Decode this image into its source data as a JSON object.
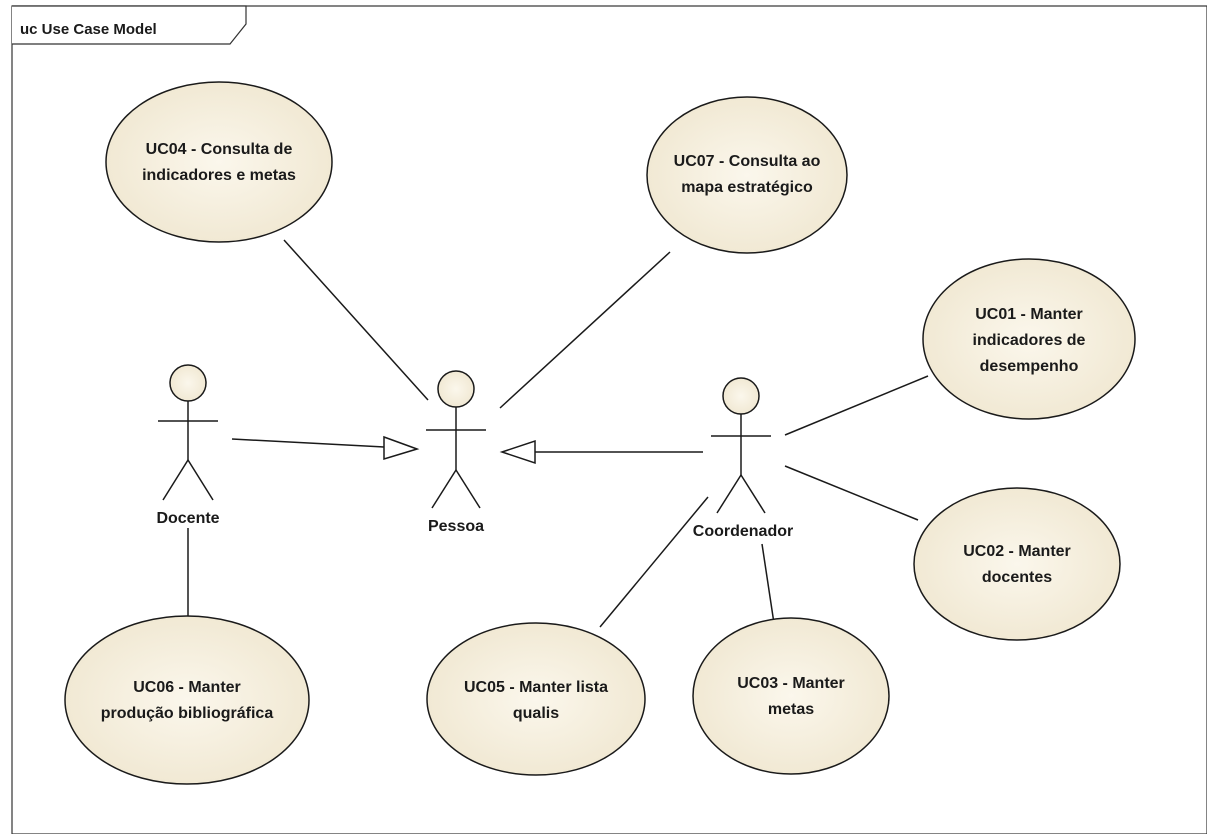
{
  "frame": {
    "title": "uc Use Case Model"
  },
  "colors": {
    "usecase_fill": "#f0e9d6",
    "usecase_fill_light": "#fbf7ec",
    "stroke": "#1a1a1a",
    "frame_stroke": "#333333"
  },
  "actors": {
    "docente": {
      "name": "Docente"
    },
    "pessoa": {
      "name": "Pessoa"
    },
    "coordenador": {
      "name": "Coordenador"
    }
  },
  "use_cases": {
    "uc04": {
      "lines": [
        "UC04 - Consulta de",
        "indicadores e metas"
      ]
    },
    "uc07": {
      "lines": [
        "UC07 - Consulta ao",
        "mapa estratégico"
      ]
    },
    "uc01": {
      "lines": [
        "UC01 - Manter",
        "indicadores de",
        "desempenho"
      ]
    },
    "uc02": {
      "lines": [
        "UC02 - Manter",
        "docentes"
      ]
    },
    "uc03": {
      "lines": [
        "UC03 - Manter",
        "metas"
      ]
    },
    "uc05": {
      "lines": [
        "UC05 - Manter lista",
        "qualis"
      ]
    },
    "uc06": {
      "lines": [
        "UC06 - Manter",
        "produção bibliográfica"
      ]
    }
  },
  "relationships": [
    {
      "kind": "generalization",
      "from": "Docente",
      "to": "Pessoa"
    },
    {
      "kind": "generalization",
      "from": "Coordenador",
      "to": "Pessoa"
    },
    {
      "kind": "association",
      "from": "Pessoa",
      "to": "UC04"
    },
    {
      "kind": "association",
      "from": "Pessoa",
      "to": "UC07"
    },
    {
      "kind": "association",
      "from": "Coordenador",
      "to": "UC01"
    },
    {
      "kind": "association",
      "from": "Coordenador",
      "to": "UC02"
    },
    {
      "kind": "association",
      "from": "Coordenador",
      "to": "UC03"
    },
    {
      "kind": "association",
      "from": "Coordenador",
      "to": "UC05"
    },
    {
      "kind": "association",
      "from": "Docente",
      "to": "UC06"
    }
  ]
}
